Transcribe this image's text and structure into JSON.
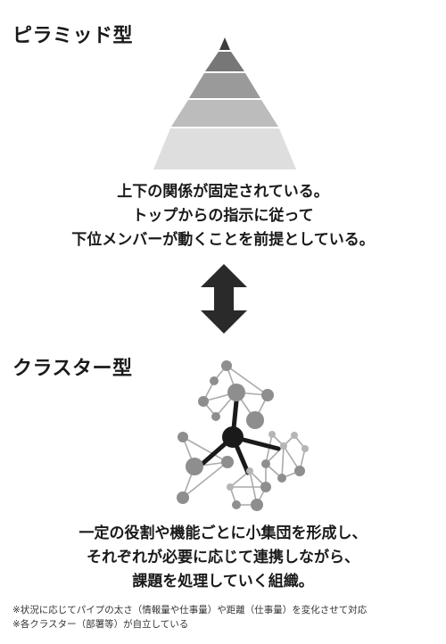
{
  "pyramid_section": {
    "title": "ピラミッド型",
    "description": [
      "上下の関係が固定されている。",
      "トップからの指示に従って",
      "下位メンバーが動くことを前提としている。"
    ],
    "tier_colors": [
      "#3d3d3d",
      "#777777",
      "#9a9a9a",
      "#bcbcbc",
      "#dedede"
    ]
  },
  "cluster_section": {
    "title": "クラスター型",
    "description": [
      "一定の役割や機能ごとに小集団を形成し、",
      "それぞれが必要に応じて連携しながら、",
      "課題を処理していく組織。"
    ],
    "colors": {
      "core": "#1a1a1a",
      "node": "#8e8e8e",
      "node_light": "#b5b5b5",
      "link": "#aaaaaa"
    }
  },
  "arrow_color": "#2a2a2a",
  "notes": [
    "※状況に応じてパイプの太さ（情報量や仕事量）や距離（仕事量）を変化させて対応",
    "※各クラスター（部署等）が自立している"
  ]
}
